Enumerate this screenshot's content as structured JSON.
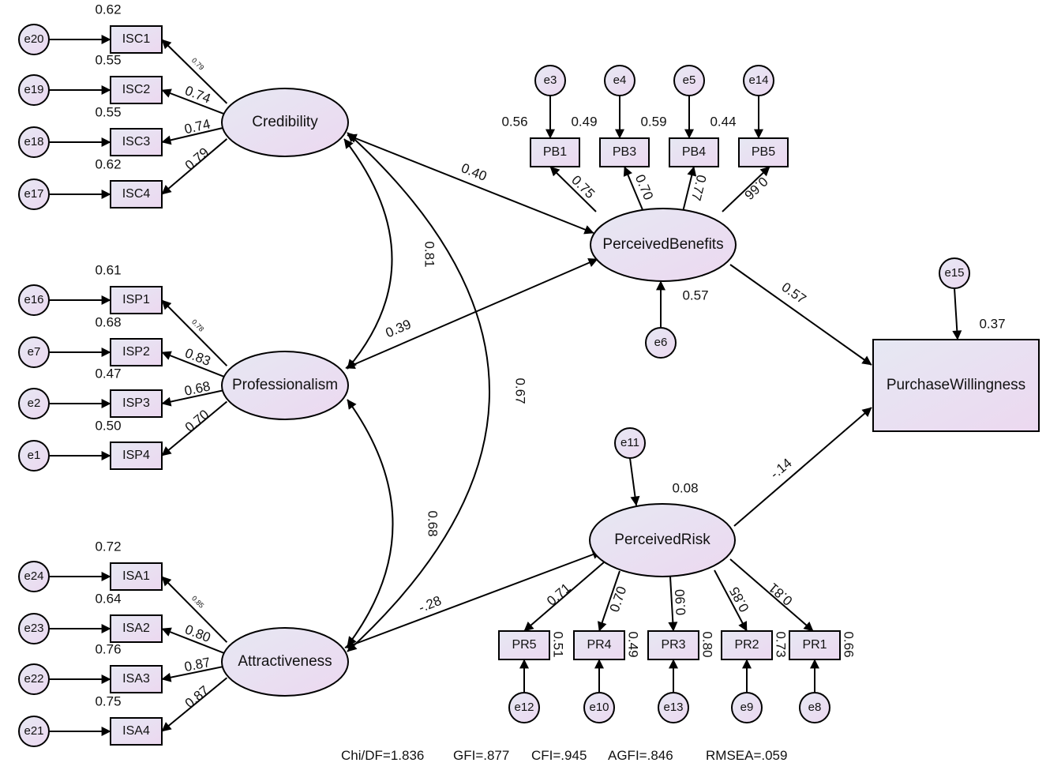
{
  "latent": [
    {
      "id": "cred",
      "label": "Credibility"
    },
    {
      "id": "prof",
      "label": "Professionalism"
    },
    {
      "id": "attr",
      "label": "Attractiveness"
    },
    {
      "id": "pb",
      "label": "PerceivedBenefits"
    },
    {
      "id": "pr",
      "label": "PerceivedRisk"
    }
  ],
  "outcome": {
    "id": "pw",
    "label": "PurchaseWillingness",
    "r2": "0.37",
    "error": "e15"
  },
  "indicators": {
    "credibility": [
      {
        "label": "ISC1",
        "error": "e20",
        "r2": "0.62",
        "loading": "0.79"
      },
      {
        "label": "ISC2",
        "error": "e19",
        "r2": "0.55",
        "loading": "0.74"
      },
      {
        "label": "ISC3",
        "error": "e18",
        "r2": "0.55",
        "loading": "0.74"
      },
      {
        "label": "ISC4",
        "error": "e17",
        "r2": "0.62",
        "loading": "0.79"
      }
    ],
    "professionalism": [
      {
        "label": "ISP1",
        "error": "e16",
        "r2": "0.61",
        "loading": "0.78"
      },
      {
        "label": "ISP2",
        "error": "e7",
        "r2": "0.68",
        "loading": "0.83"
      },
      {
        "label": "ISP3",
        "error": "e2",
        "r2": "0.47",
        "loading": "0.68"
      },
      {
        "label": "ISP4",
        "error": "e1",
        "r2": "0.50",
        "loading": "0.70"
      }
    ],
    "attractiveness": [
      {
        "label": "ISA1",
        "error": "e24",
        "r2": "0.72",
        "loading": "0.85"
      },
      {
        "label": "ISA2",
        "error": "e23",
        "r2": "0.64",
        "loading": "0.80"
      },
      {
        "label": "ISA3",
        "error": "e22",
        "r2": "0.76",
        "loading": "0.87"
      },
      {
        "label": "ISA4",
        "error": "e21",
        "r2": "0.75",
        "loading": "0.87"
      }
    ],
    "benefits": [
      {
        "label": "PB1",
        "error": "e3",
        "r2": "0.56",
        "loading": "0.75"
      },
      {
        "label": "PB3",
        "error": "e4",
        "r2": "0.49",
        "loading": "0.70"
      },
      {
        "label": "PB4",
        "error": "e5",
        "r2": "0.59",
        "loading": "0.77"
      },
      {
        "label": "PB5",
        "error": "e14",
        "r2": "0.44",
        "loading": "0.66"
      }
    ],
    "risk": [
      {
        "label": "PR5",
        "error": "e12",
        "r2": "0.51",
        "loading": "0.71"
      },
      {
        "label": "PR4",
        "error": "e10",
        "r2": "0.49",
        "loading": "0.70"
      },
      {
        "label": "PR3",
        "error": "e13",
        "r2": "0.80",
        "loading": "0.90"
      },
      {
        "label": "PR2",
        "error": "e9",
        "r2": "0.73",
        "loading": "0.85"
      },
      {
        "label": "PR1",
        "error": "e8",
        "r2": "0.66",
        "loading": "0.81"
      }
    ]
  },
  "latent_errors": {
    "pb": {
      "label": "e6",
      "r2": "0.57"
    },
    "pr": {
      "label": "e11",
      "r2": "0.08"
    }
  },
  "paths": {
    "cred_pb": "0.40",
    "prof_pb": "0.39",
    "attr_pr": "-.28",
    "pb_pw": "0.57",
    "pr_pw": "-.14"
  },
  "correlations": {
    "cred_prof": "0.81",
    "cred_attr": "0.67",
    "prof_attr": "0.68"
  },
  "fit": {
    "chidf": "Chi/DF=1.836",
    "gfi": "GFI=.877",
    "cfi": "CFI=.945",
    "agfi": "AGFI=.846",
    "rmsea": "RMSEA=.059"
  }
}
